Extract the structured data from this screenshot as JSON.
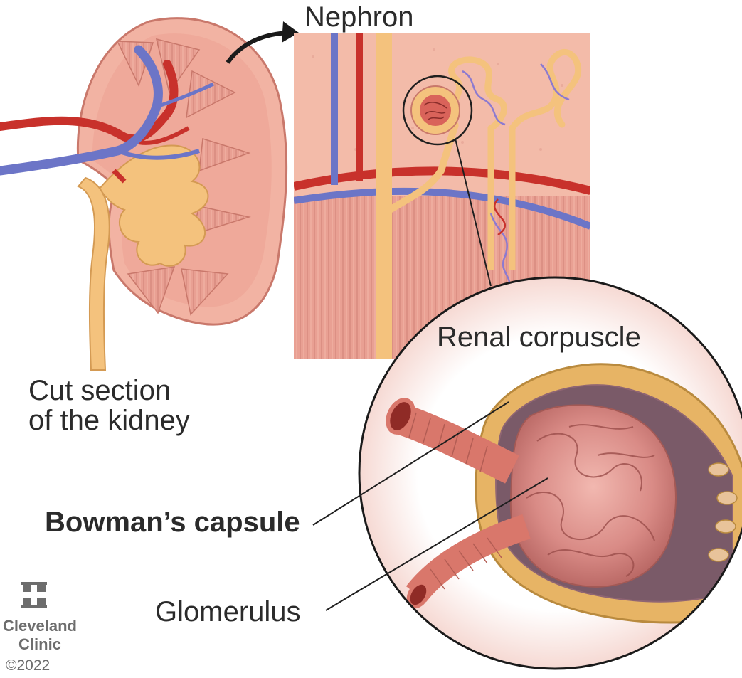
{
  "labels": {
    "nephron": "Nephron",
    "cut_section_line1": "Cut section",
    "cut_section_line2": "of the kidney",
    "renal_corpuscle": "Renal corpuscle",
    "bowmans_capsule": "Bowman’s capsule",
    "glomerulus": "Glomerulus"
  },
  "logo": {
    "line1": "Cleveland",
    "line2": "Clinic",
    "copyright": "©2022"
  },
  "colors": {
    "tissue_pink": "#f2b3a3",
    "medulla_pink": "#e79a8c",
    "artery_red": "#c8312b",
    "vein_blue": "#6c75c7",
    "ureter_yellow": "#f4c27d",
    "capsule_gold": "#e7b465",
    "label_text": "#2b2b2b",
    "logo_gray": "#6d6d6d"
  }
}
